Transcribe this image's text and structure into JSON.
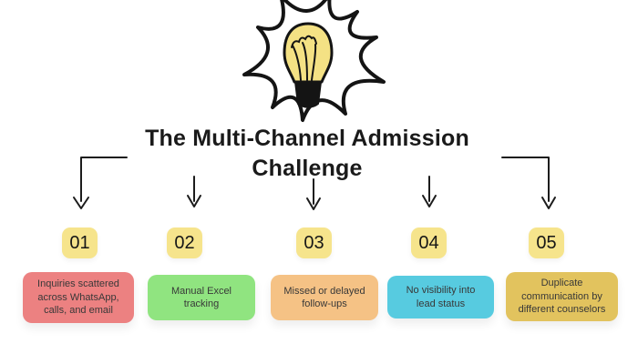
{
  "title": {
    "text": "The Multi-Channel Admission Challenge",
    "color": "#1a1a1a"
  },
  "illustration": {
    "name": "lightbulb-burst",
    "bulb_color": "#f4e184",
    "outline_color": "#141414",
    "burst_fill": "#ffffff"
  },
  "badge": {
    "background": "#f6e48c",
    "text_color": "#161616"
  },
  "arrow_color": "#1c1c1c",
  "items": [
    {
      "number": "01",
      "label": "Inquiries scattered\nacross WhatsApp,\ncalls, and email",
      "box_color": "#ec8181"
    },
    {
      "number": "02",
      "label": "Manual Excel\ntracking",
      "box_color": "#90e480"
    },
    {
      "number": "03",
      "label": "Missed or delayed\nfollow-ups",
      "box_color": "#f5c285"
    },
    {
      "number": "04",
      "label": "No visibility into\nlead status",
      "box_color": "#57cbe0"
    },
    {
      "number": "05",
      "label": "Duplicate\ncommunication by\ndifferent counselors",
      "box_color": "#e2c35e"
    }
  ],
  "page": {
    "background": "#ffffff"
  }
}
